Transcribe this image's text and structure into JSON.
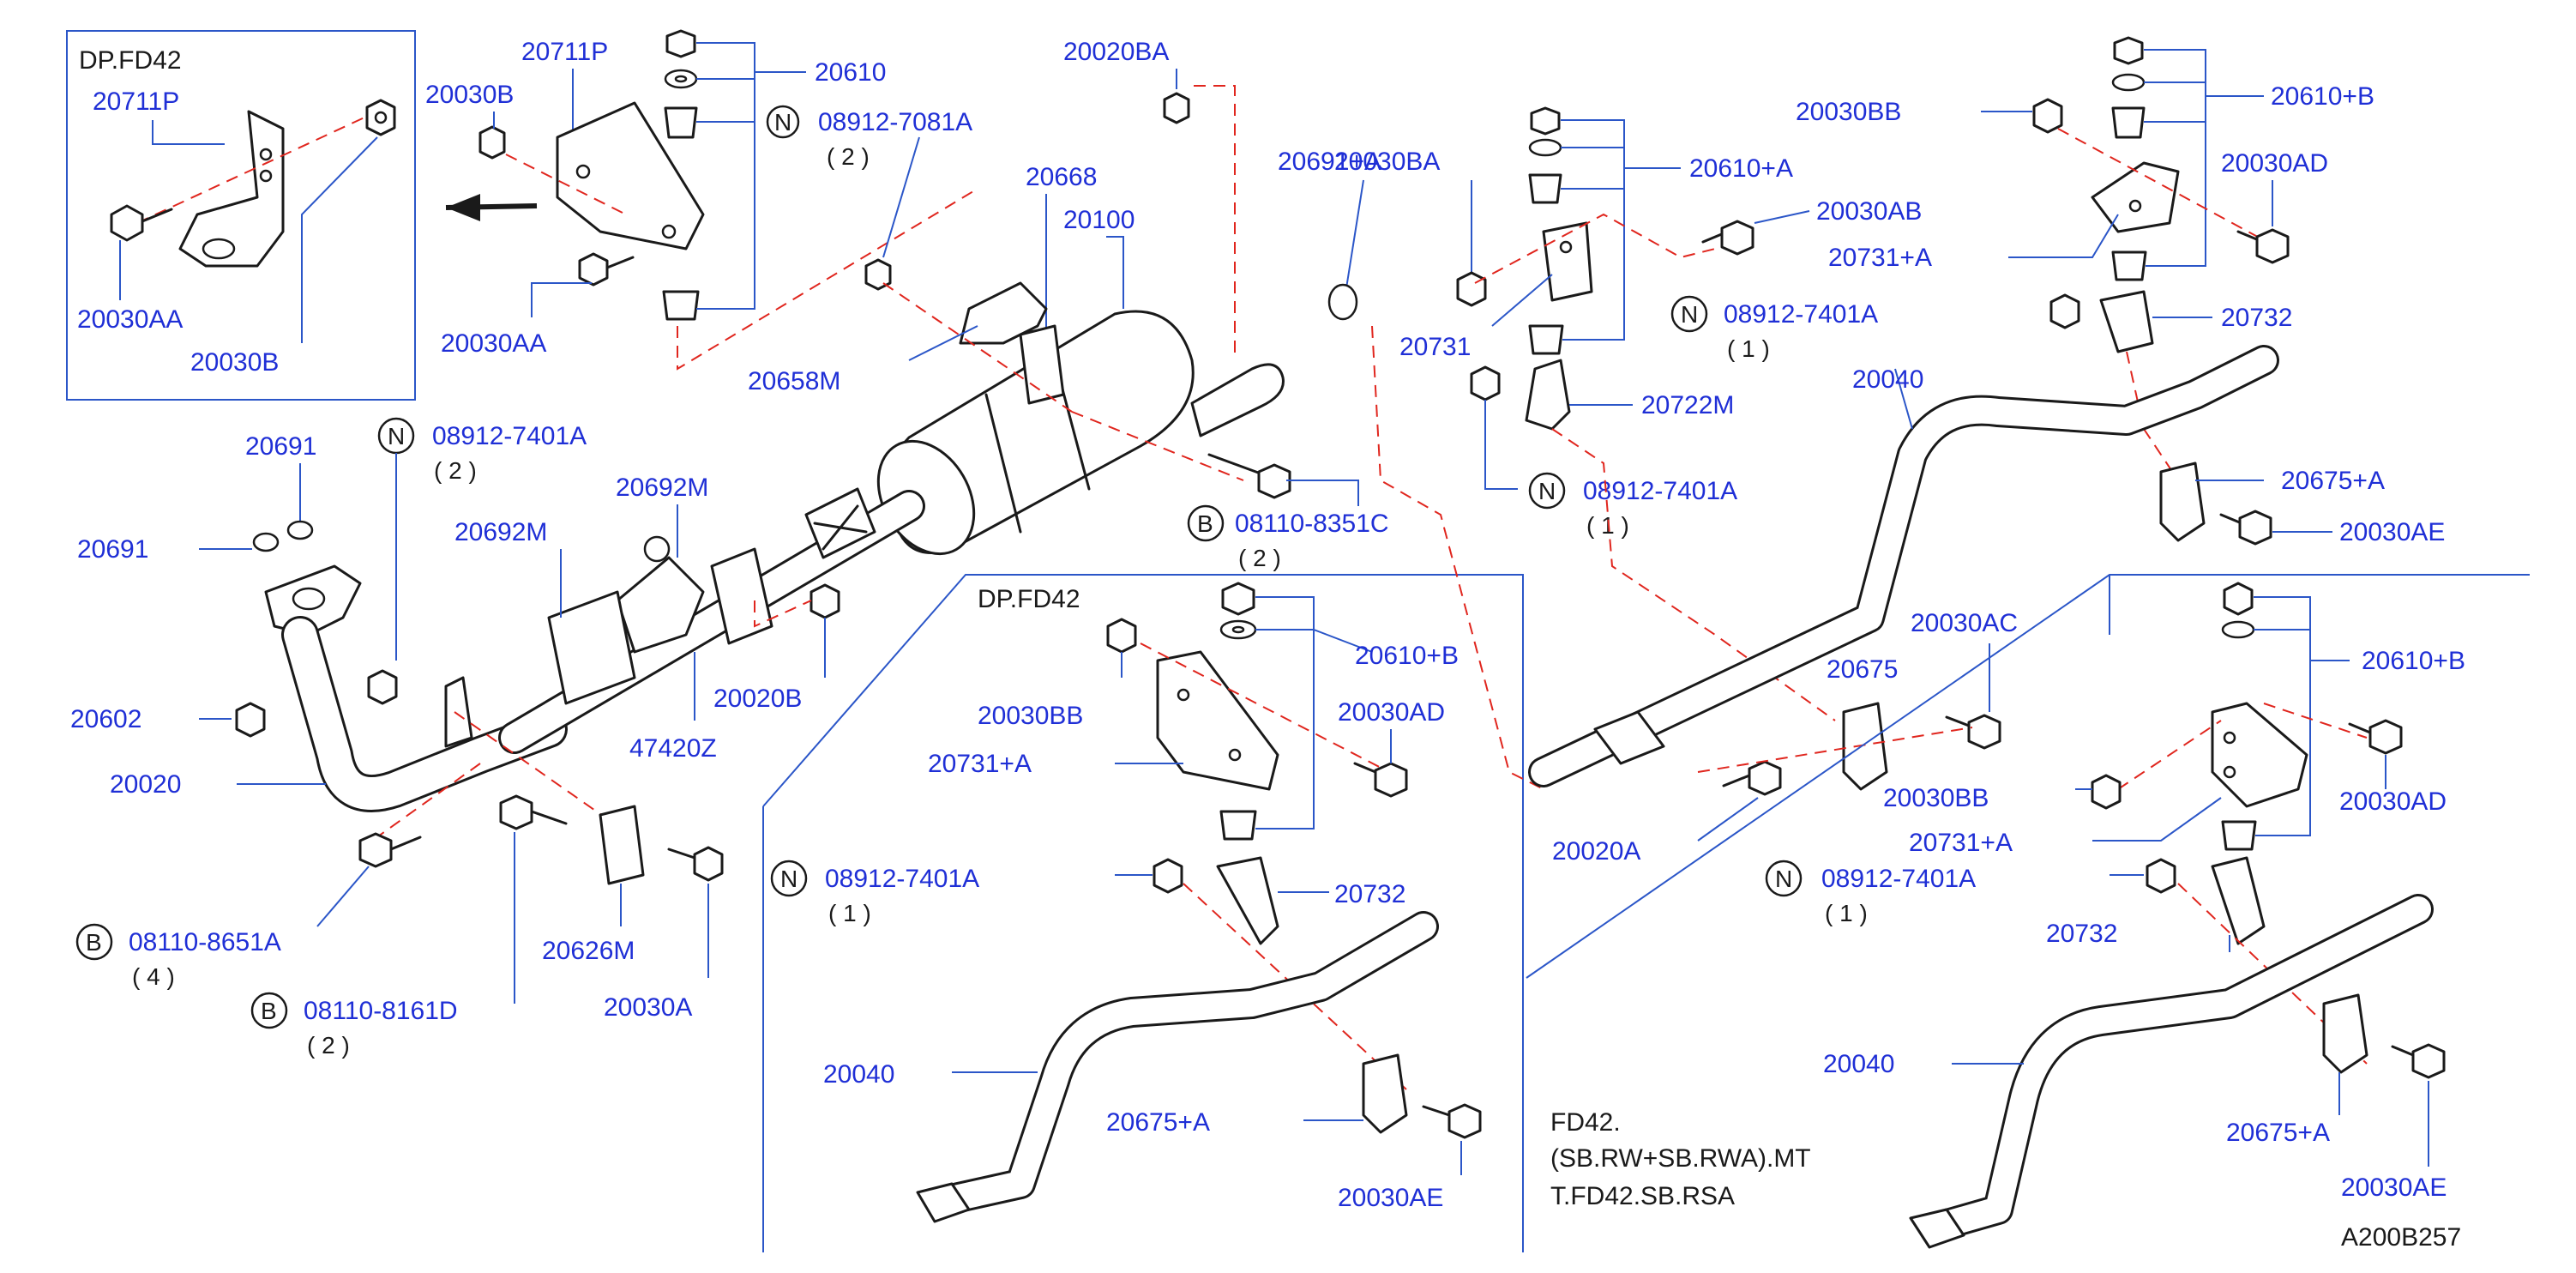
{
  "labels": {
    "dp_fd42_a": "DP.FD42",
    "dp_fd42_b": "DP.FD42",
    "p20711P_box": "20711P",
    "p20711P": "20711P",
    "p20030AA_box": "20030AA",
    "p20030B_box": "20030B",
    "p20030B": "20030B",
    "p20610": "20610",
    "p20030AA": "20030AA",
    "n_7081": "08912-7081A",
    "n_7081_q": "( 2 )",
    "p20020BA": "20020BA",
    "p20668": "20668",
    "p20100": "20100",
    "p20658M": "20658M",
    "p20691_a": "20691",
    "p20691_b": "20691",
    "n_7401_left": "08912-7401A",
    "n_7401_left_q": "( 2 )",
    "p20692M_a": "20692M",
    "p20692M_b": "20692M",
    "p20602": "20602",
    "p20020": "20020",
    "p20020B": "20020B",
    "p47420Z": "47420Z",
    "b_8651": "08110-8651A",
    "b_8651_q": "( 4 )",
    "b_8161": "08110-8161D",
    "b_8161_q": "( 2 )",
    "p20626M": "20626M",
    "p20030A": "20030A",
    "b_8351": "08110-8351C",
    "b_8351_q": "( 2 )",
    "p20691A": "20691+A",
    "p20030BA": "20030BA",
    "p20610A": "20610+A",
    "p20030AB": "20030AB",
    "p20731": "20731",
    "n_7401_mid": "08912-7401A",
    "n_7401_mid_q": "( 1 )",
    "p20722M": "20722M",
    "n_7401_mid2": "08912-7401A",
    "n_7401_mid2_q": "( 1 )",
    "p20030BB_top": "20030BB",
    "p20610B_top": "20610+B",
    "p20030AD_top": "20030AD",
    "p20731A_top": "20731+A",
    "p20732_top": "20732",
    "p20040_top": "20040",
    "p20675A_top": "20675+A",
    "p20030AE_top": "20030AE",
    "p20030BB_mid": "20030BB",
    "p20010B_mid": "20610+B",
    "p20030AD_mid": "20030AD",
    "p20731A_mid": "20731+A",
    "n_7401_bl": "08912-7401A",
    "n_7401_bl_q": "( 1 )",
    "p20732_mid": "20732",
    "p20040_mid": "20040",
    "p20675A_mid": "20675+A",
    "p20030AE_mid": "20030AE",
    "p20030AC": "20030AC",
    "p206xx": "20675",
    "p20020A": "20020A",
    "p20030BB_r": "20030BB",
    "p20731A_r": "20731+A",
    "p20610B_r": "20610+B",
    "p20030AD_r": "20030AD",
    "n_7401_r": "08912-7401A",
    "n_7401_r_q": "( 1 )",
    "p20732_r": "20732",
    "p20040_r": "20040",
    "p20675A_r": "20675+A",
    "p20030AE_r": "20030AE",
    "note_1": "FD42.",
    "note_2": "(SB.RW+SB.RWA).MT",
    "note_3": "T.FD42.SB.RSA",
    "code": "A200B257",
    "mark_n": "N",
    "mark_b": "B"
  },
  "colors": {
    "label": "#1f2fd6",
    "leader": "#2b56c8",
    "cutline": "#e0261e",
    "drawing": "#1a1a1a"
  }
}
